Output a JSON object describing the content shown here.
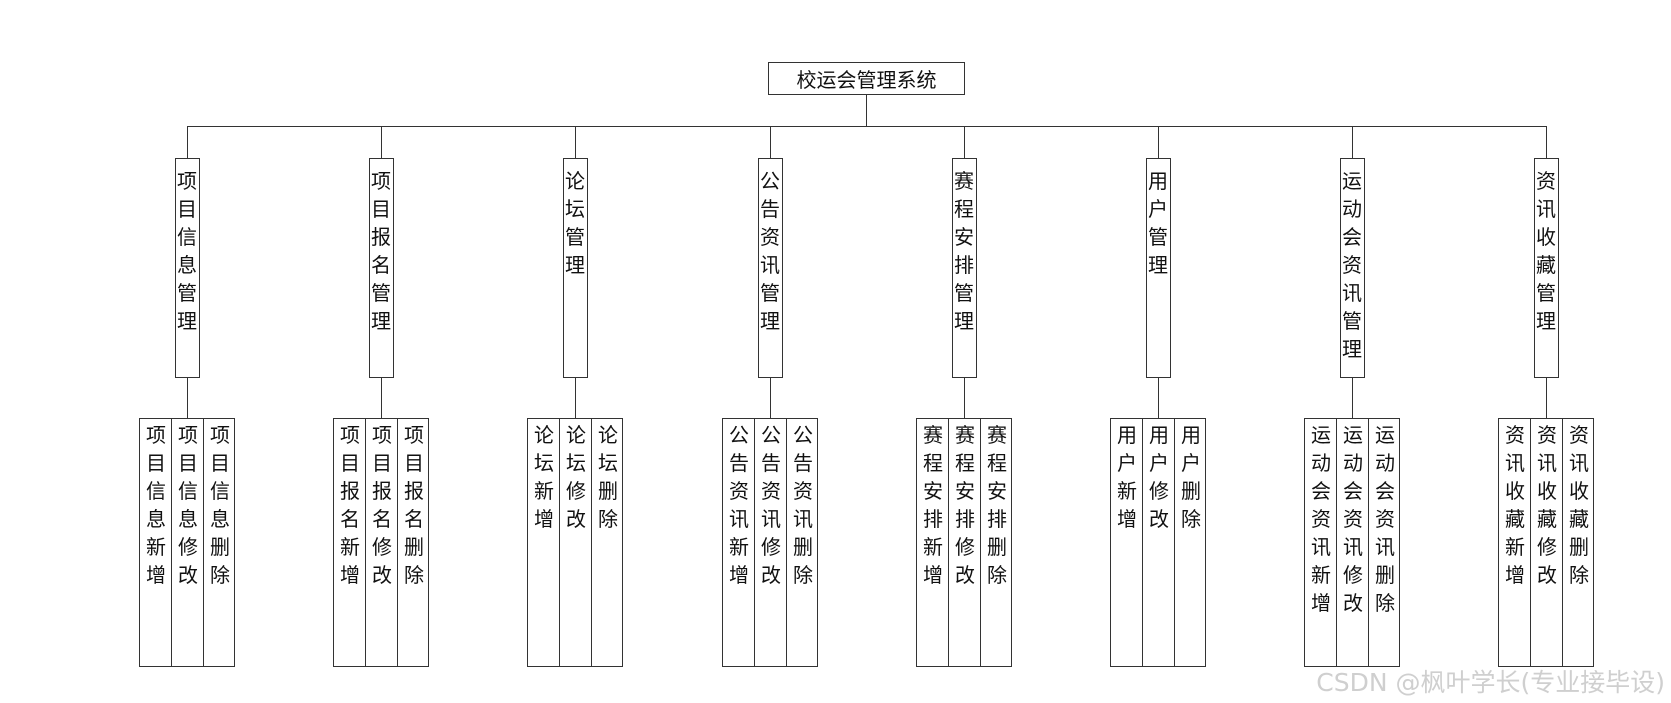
{
  "root": "校运会管理系统",
  "modules": [
    {
      "name": "项目信息管理",
      "ops": [
        "项目信息新增",
        "项目信息修改",
        "项目信息删除"
      ]
    },
    {
      "name": "项目报名管理",
      "ops": [
        "项目报名新增",
        "项目报名修改",
        "项目报名删除"
      ]
    },
    {
      "name": "论坛管理",
      "ops": [
        "论坛新增",
        "论坛修改",
        "论坛删除"
      ]
    },
    {
      "name": "公告资讯管理",
      "ops": [
        "公告资讯新增",
        "公告资讯修改",
        "公告资讯删除"
      ]
    },
    {
      "name": "赛程安排管理",
      "ops": [
        "赛程安排新增",
        "赛程安排修改",
        "赛程安排删除"
      ]
    },
    {
      "name": "用户管理",
      "ops": [
        "用户新增",
        "用户修改",
        "用户删除"
      ]
    },
    {
      "name": "运动会资讯管理",
      "ops": [
        "运动会资讯新增",
        "运动会资讯修改",
        "运动会资讯删除"
      ]
    },
    {
      "name": "资讯收藏管理",
      "ops": [
        "资讯收藏新增",
        "资讯收藏修改",
        "资讯收藏删除"
      ]
    }
  ],
  "watermark": "CSDN @枫叶学长(专业接毕设)"
}
